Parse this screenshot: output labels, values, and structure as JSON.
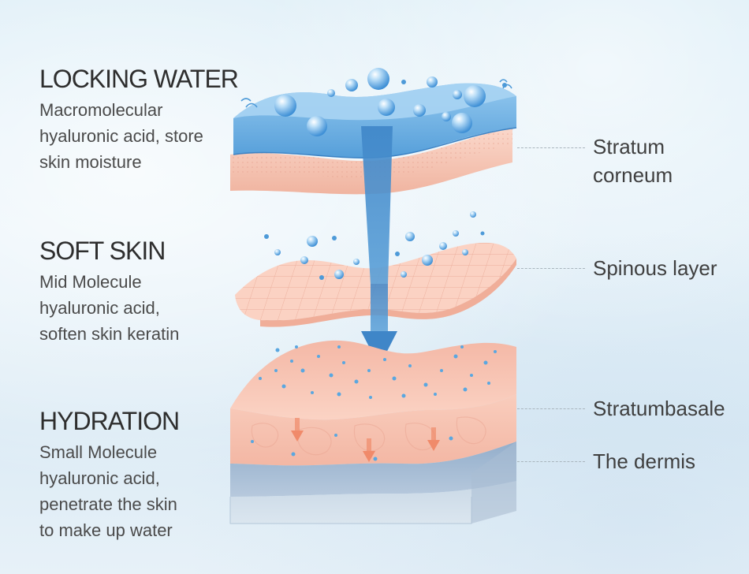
{
  "blocks": {
    "locking": {
      "title": "LOCKING WATER",
      "lines": [
        "Macromolecular",
        "hyaluronic acid, store",
        "skin moisture"
      ]
    },
    "soft": {
      "title": "SOFT SKIN",
      "lines": [
        "Mid Molecule",
        "hyaluronic acid,",
        "soften skin keratin"
      ]
    },
    "hydration": {
      "title": "HYDRATION",
      "lines": [
        "Small Molecule",
        "hyaluronic acid,",
        "penetrate the skin",
        "to make up water"
      ]
    }
  },
  "layers": {
    "corneum": [
      "Stratum",
      "corneum"
    ],
    "spinous": [
      "Spinous layer"
    ],
    "basale": [
      "Stratumbasale"
    ],
    "dermis": [
      "The dermis"
    ]
  },
  "colors": {
    "water_blue": "#5aa7e0",
    "skin_pink": "#f6c2b0",
    "deep_pink": "#eaa290",
    "dermis_blue": "#9db6d2",
    "arrow_blue": "#4a90cf",
    "arrow_orange": "#f08a6a"
  },
  "icons": {
    "water_drop": "water-bubble-icon",
    "penetration_arrow": "down-arrow-icon"
  }
}
